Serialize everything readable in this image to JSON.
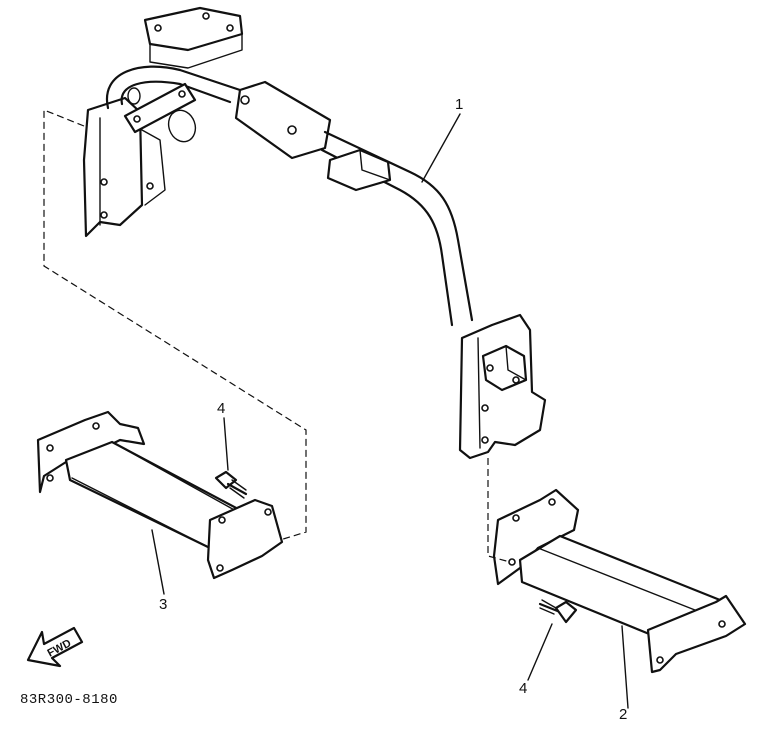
{
  "callouts": {
    "part1": "1",
    "part2": "2",
    "part3": "3",
    "part4_left": "4",
    "part4_right": "4"
  },
  "fwd_label": "FWD",
  "diagram_code": "83R300-8180"
}
